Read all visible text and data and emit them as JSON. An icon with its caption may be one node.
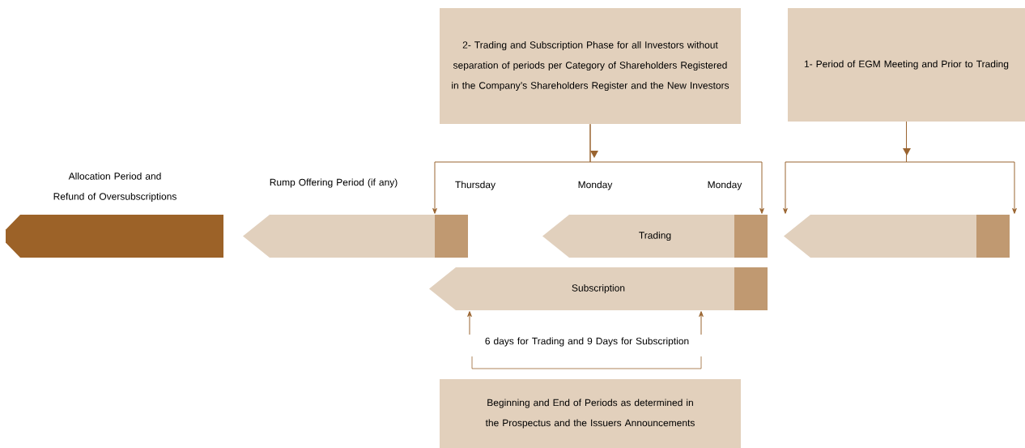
{
  "diagram": {
    "nodes": [
      {
        "text": [
          "2- Trading and Subscription Phase for all Investors without separation of periods per Category of Shareholders Registered in the Company’s Shareholders Register and the New Investors"
        ]
      },
      {
        "text": [
          "1- Period of EGM Meeting and Prior to Trading"
        ]
      },
      {
        "text": [],
        "shape": "arrow",
        "beside": [
          "Allocation Period and Refund of Oversubscriptions"
        ]
      },
      {
        "text": [],
        "shape": "arrow",
        "beside": [
          "Rump Offering Period (if any)"
        ]
      },
      {
        "text": [
          "Trading"
        ]
      },
      {
        "text": [
          "Subscription"
        ]
      },
      {
        "text": [],
        "shape": "arrow"
      },
      {
        "text": [
          "Beginning and End of Periods as determined in the Prospectus and the Issuers Announcements"
        ]
      }
    ],
    "edges": [
      {
        "from": 0,
        "to": 3,
        "arrow": "to"
      },
      {
        "from": 0,
        "to": 4,
        "arrow": "to"
      },
      {
        "from": 1,
        "to": 6,
        "arrow": "to"
      },
      {
        "from": 1,
        "to": 6,
        "arrow": "to"
      },
      {
        "from": null,
        "to": 5,
        "arrow": "to"
      },
      {
        "from": null,
        "to": 5,
        "arrow": "to"
      }
    ],
    "labels": [
      "Thursday",
      "Monday",
      "Monday",
      "6 days for Trading and 9 Days for Subscription"
    ]
  }
}
